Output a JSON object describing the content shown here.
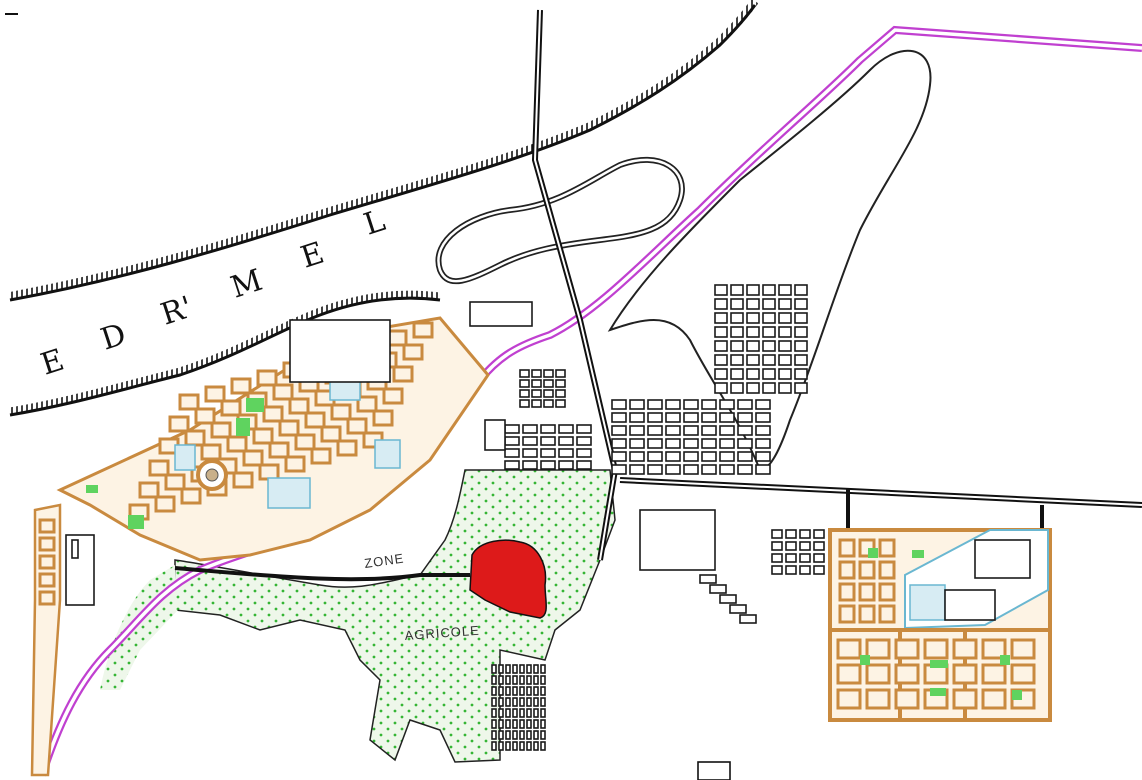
{
  "map": {
    "river_letters": [
      "E",
      "D",
      "R'",
      "M",
      "E",
      "L"
    ],
    "zone_labels": [
      "ZONE",
      "AGRICOLE"
    ],
    "colors": {
      "road_boundary": "#c040d0",
      "old_town": "#dd1a1a",
      "urban_block": "#c98a3f",
      "agricultural": "#e8f4e4",
      "agri_dots": "#35b535",
      "green_space": "#3ecc3e",
      "water_pool": "#6ab7d1",
      "riverbank": "#111111"
    }
  }
}
